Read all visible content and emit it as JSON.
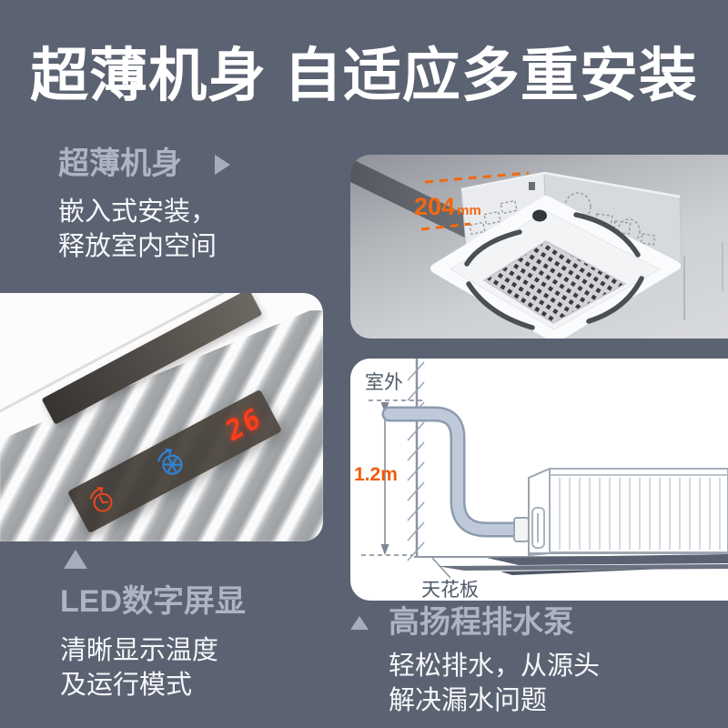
{
  "title": "超薄机身 自适应多重安装",
  "features": {
    "slim": {
      "heading": "超薄机身",
      "lines": [
        "嵌入式安装，",
        "释放室内空间"
      ]
    },
    "led": {
      "heading": "LED数字屏显",
      "lines": [
        "清晰显示温度",
        "及运行模式"
      ]
    },
    "pump": {
      "heading": "高扬程排水泵",
      "lines": [
        "轻松排水，从源头",
        "解决漏水问题"
      ]
    }
  },
  "cassette_photo": {
    "dimension_value": "204",
    "dimension_unit": "mm"
  },
  "led_display": {
    "temperature": "26",
    "icons": [
      "timer-icon",
      "cool-mode-icon"
    ]
  },
  "diagram": {
    "outdoor_label": "室外",
    "height_label": "1.2m",
    "ceiling_label": "天花板"
  },
  "colors": {
    "background": "#5b6271",
    "accent_orange": "#f2680e",
    "led_red": "#ff3d1a",
    "led_blue": "#2e82d6",
    "heading_gray": "#aeb5c2",
    "text_white": "#ffffff"
  }
}
